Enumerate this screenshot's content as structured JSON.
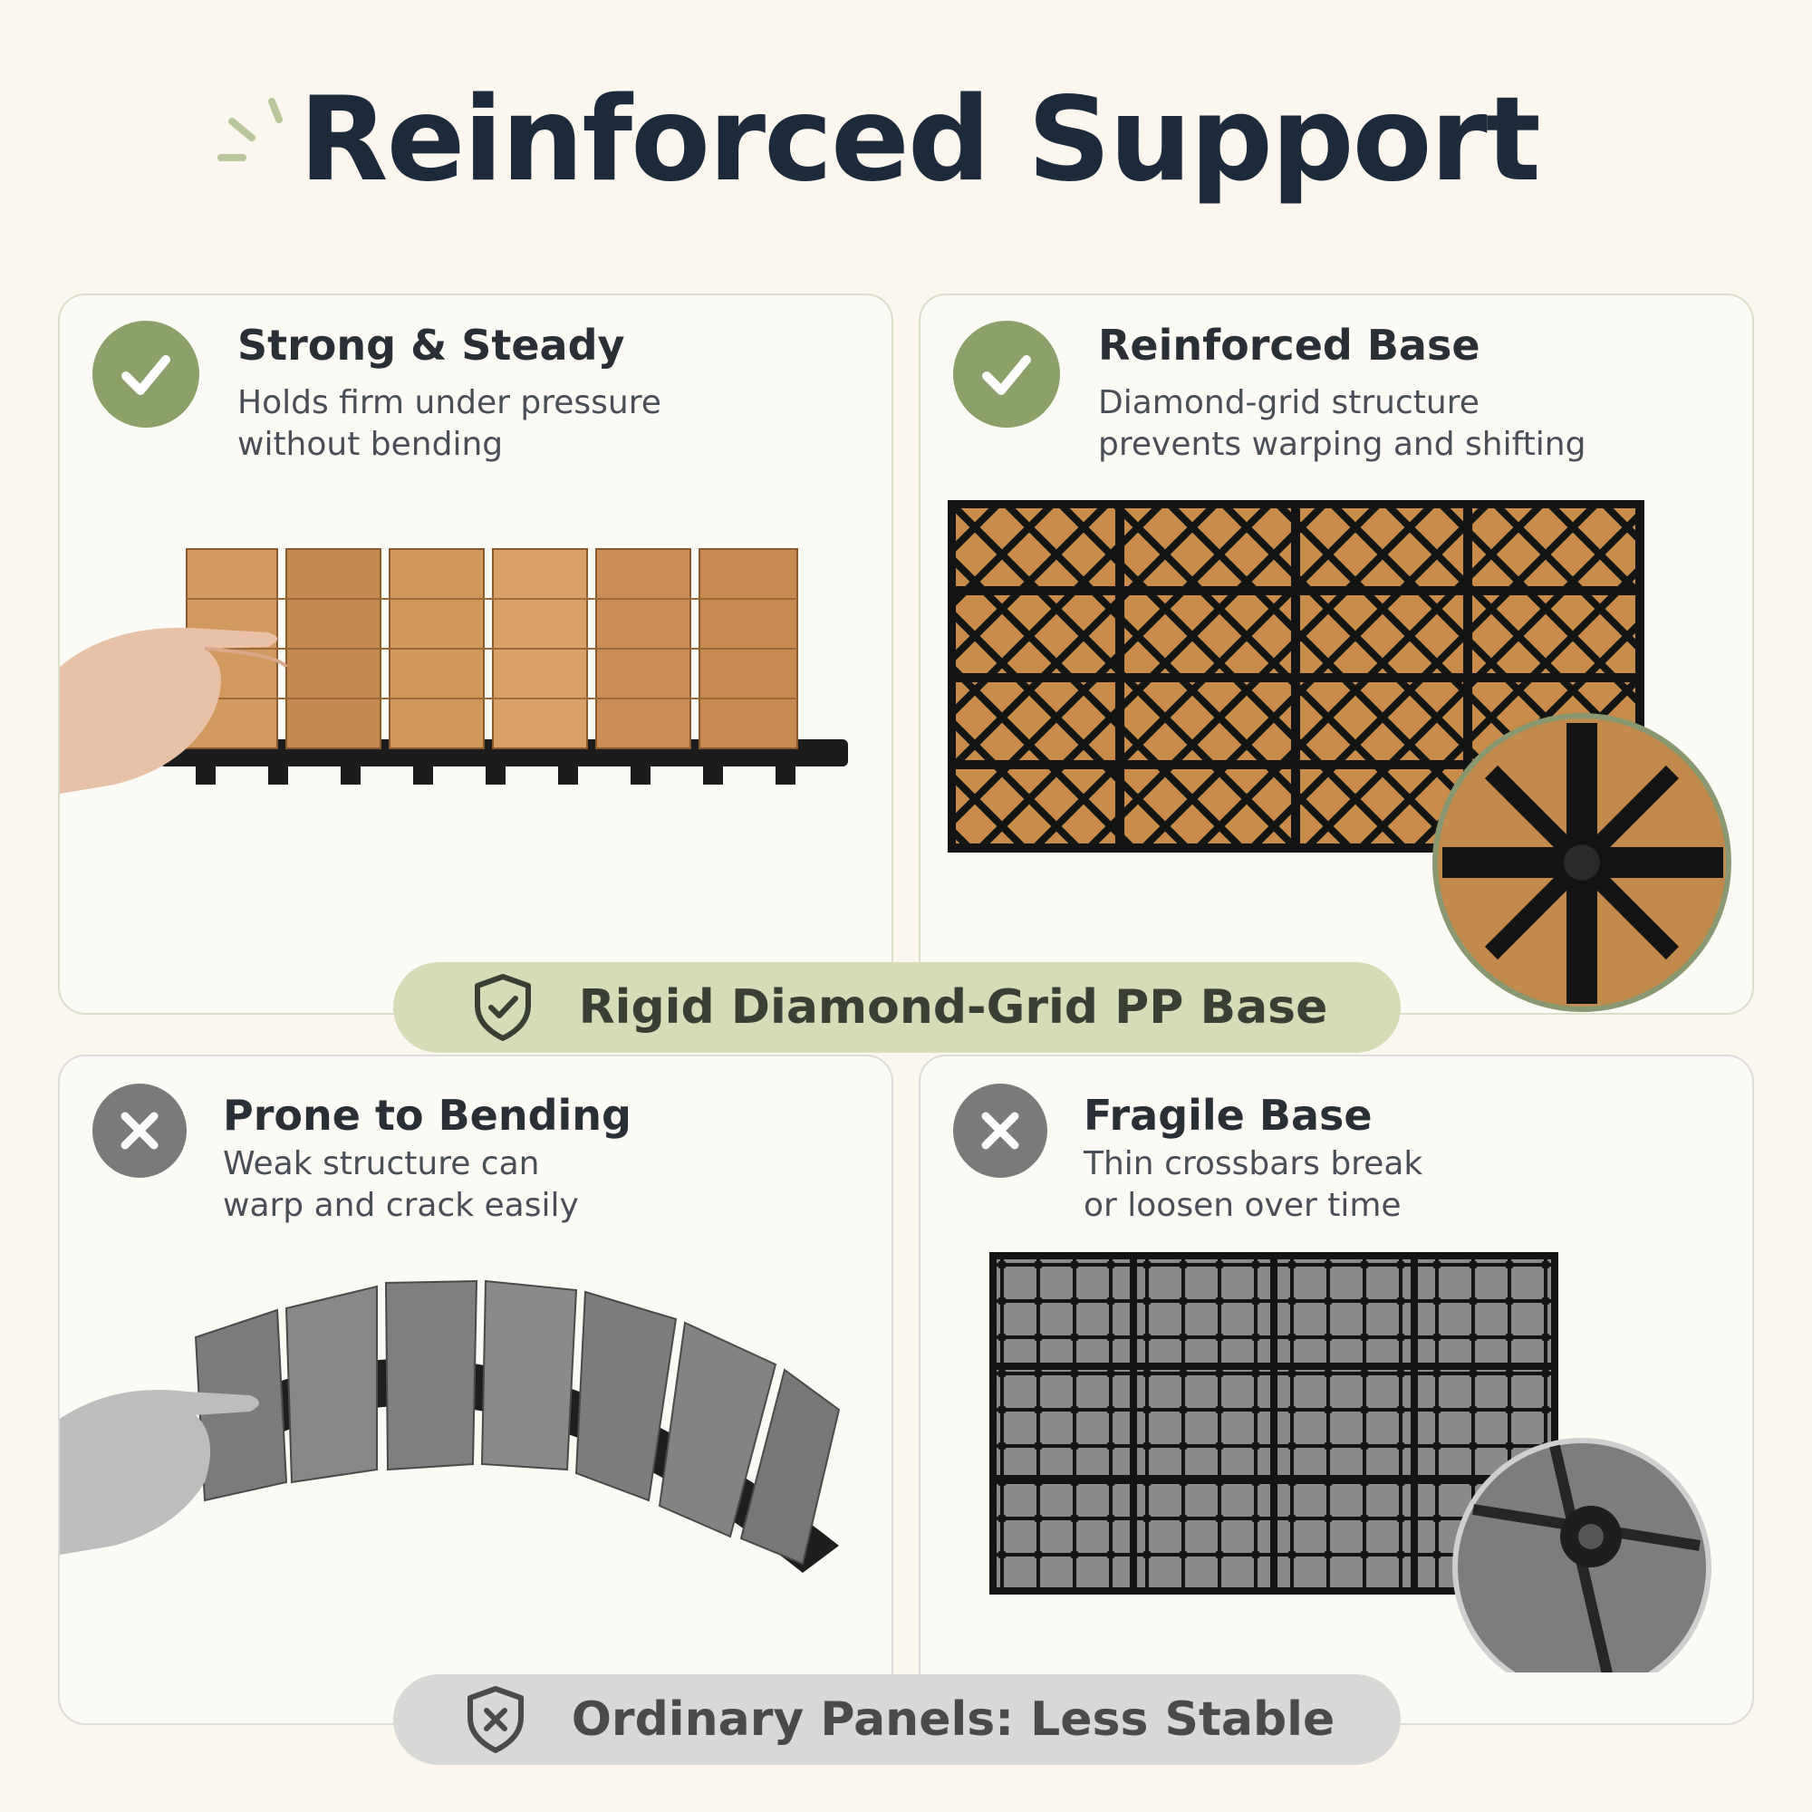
{
  "header": {
    "title": "Reinforced Support"
  },
  "cards": [
    {
      "title": "Strong & Steady",
      "lines": [
        "Holds firm under pressure",
        "without bending"
      ],
      "status": "good"
    },
    {
      "title": "Reinforced Base",
      "lines": [
        "Diamond-grid structure",
        "prevents warping and shifting"
      ],
      "status": "good"
    },
    {
      "title": "Prone to Bending",
      "lines": [
        "Weak structure can",
        "warp and crack easily"
      ],
      "status": "bad"
    },
    {
      "title": "Fragile Base",
      "lines": [
        "Thin crossbars break",
        "or loosen over time"
      ],
      "status": "bad"
    }
  ],
  "banners": {
    "good": {
      "label": "Rigid Diamond-Grid PP Base",
      "icon": "shield-check-icon"
    },
    "bad": {
      "label": "Ordinary Panels: Less Stable",
      "icon": "shield-x-icon"
    }
  },
  "colors": {
    "accent_green": "#8ca169",
    "banner_green": "#d5dcb6",
    "neutral_gray": "#7a7a7a",
    "banner_gray": "#d8d8d6",
    "title_navy": "#1c2a3b"
  }
}
